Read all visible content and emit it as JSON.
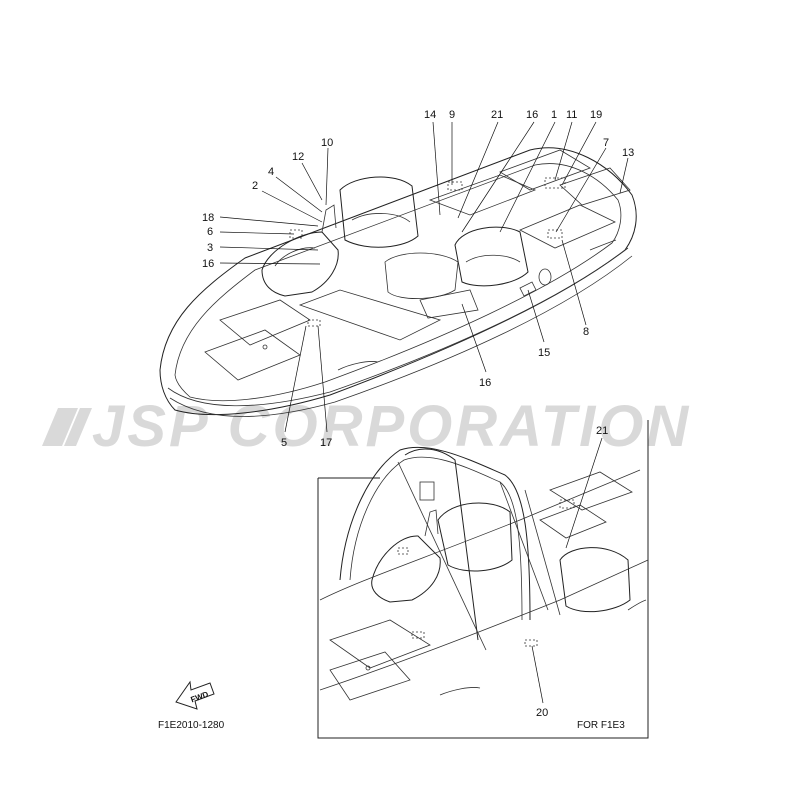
{
  "watermark": "JSP CORPORATION",
  "main_view": {
    "callouts": [
      {
        "id": "c14",
        "label": "14"
      },
      {
        "id": "c9",
        "label": "9"
      },
      {
        "id": "c21",
        "label": "21"
      },
      {
        "id": "c16a",
        "label": "16"
      },
      {
        "id": "c1",
        "label": "1"
      },
      {
        "id": "c11",
        "label": "11"
      },
      {
        "id": "c19",
        "label": "19"
      },
      {
        "id": "c10",
        "label": "10"
      },
      {
        "id": "c12",
        "label": "12"
      },
      {
        "id": "c7",
        "label": "7"
      },
      {
        "id": "c13",
        "label": "13"
      },
      {
        "id": "c4",
        "label": "4"
      },
      {
        "id": "c2",
        "label": "2"
      },
      {
        "id": "c18",
        "label": "18"
      },
      {
        "id": "c6",
        "label": "6"
      },
      {
        "id": "c3",
        "label": "3"
      },
      {
        "id": "c16b",
        "label": "16"
      },
      {
        "id": "c8",
        "label": "8"
      },
      {
        "id": "c15",
        "label": "15"
      },
      {
        "id": "c16c",
        "label": "16"
      },
      {
        "id": "c5",
        "label": "5"
      },
      {
        "id": "c17",
        "label": "17"
      }
    ]
  },
  "inset_view": {
    "callouts": [
      {
        "id": "i21",
        "label": "21"
      },
      {
        "id": "i20",
        "label": "20"
      }
    ],
    "caption": "FOR F1E3"
  },
  "fwd_symbol": "FWD",
  "figure_code": "F1E2010-1280"
}
